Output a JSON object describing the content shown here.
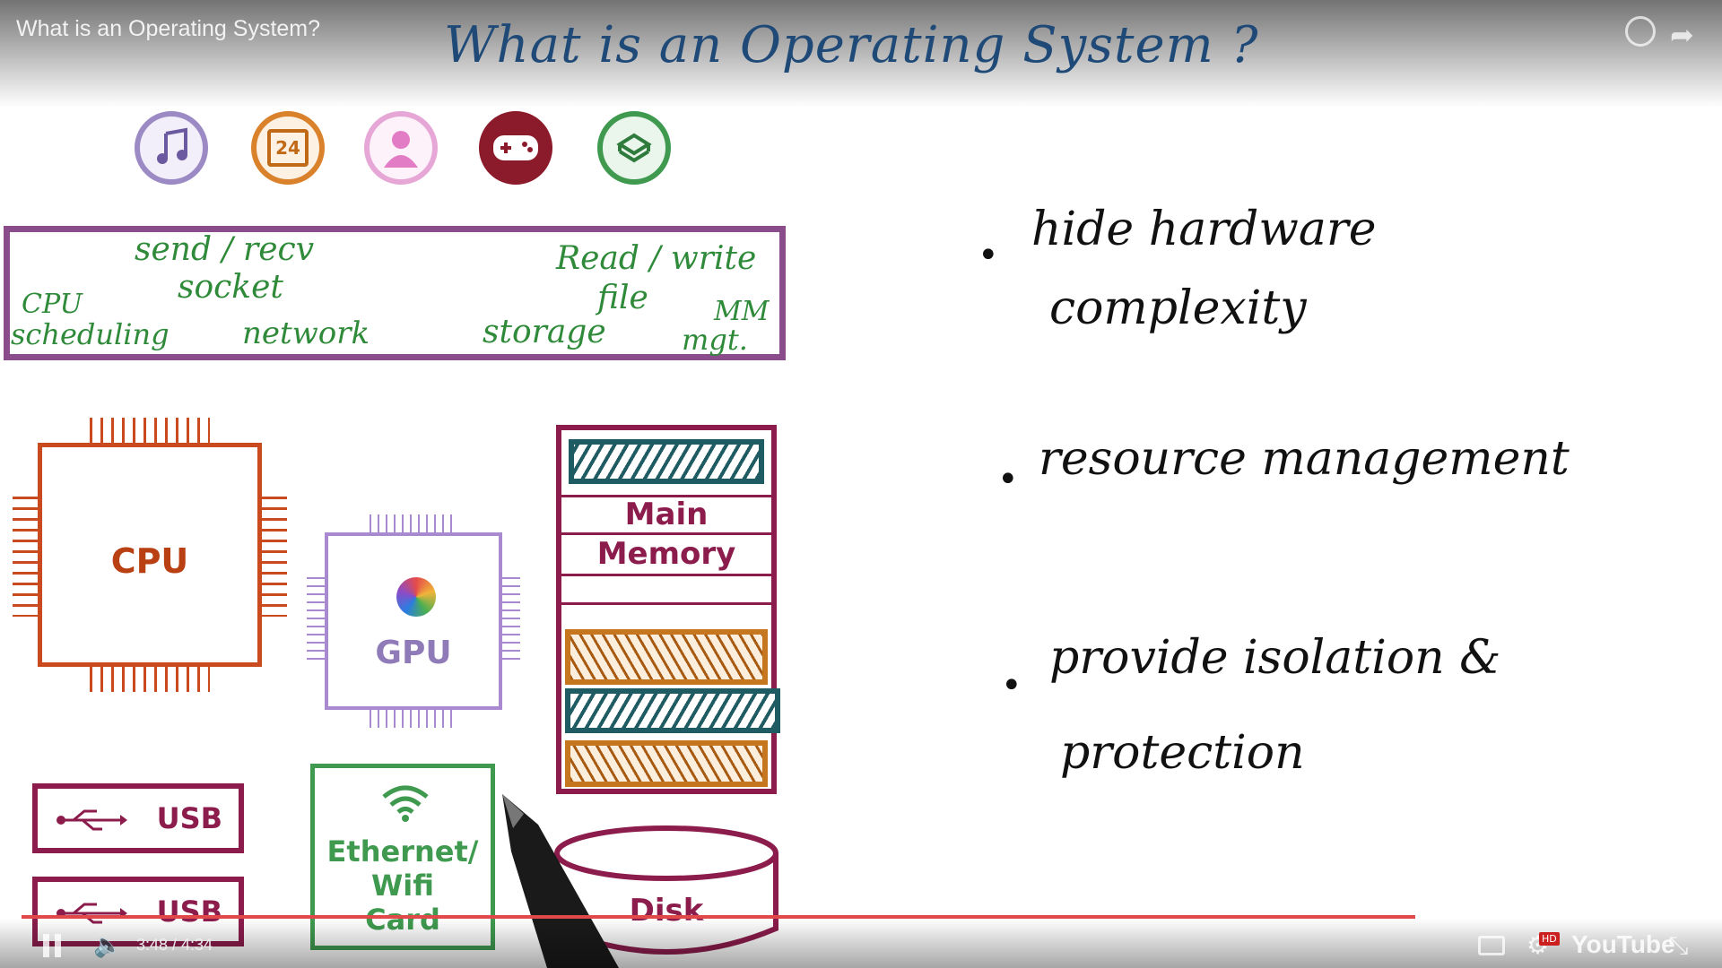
{
  "player": {
    "video_title": "What is an Operating System?",
    "time_display": "3:48 / 4:34",
    "progress_fraction": 0.83,
    "brand": "YouTube",
    "hd_badge": "HD",
    "accent_color": "#e0484a"
  },
  "board": {
    "title": "What is an Operating System ?",
    "apps": [
      {
        "icon": "music-icon",
        "color": "#9b8ac4"
      },
      {
        "icon": "calendar-icon",
        "color": "#d9822b",
        "text": "24"
      },
      {
        "icon": "user-icon",
        "color": "#e7a7d6"
      },
      {
        "icon": "gamepad-icon",
        "color": "#8b1a2b"
      },
      {
        "icon": "storage-icon",
        "color": "#3f9a4f"
      }
    ],
    "os_labels": {
      "send_recv": "send / recv",
      "socket": "socket",
      "cpu": "CPU",
      "scheduling": "scheduling",
      "network": "network",
      "read_write": "Read / write",
      "file": "file",
      "storage": "storage",
      "mm": "MM",
      "mgt": "mgt."
    },
    "hardware": {
      "cpu": "CPU",
      "gpu": "GPU",
      "main_memory_line1": "Main",
      "main_memory_line2": "Memory",
      "usb1": "USB",
      "usb2": "USB",
      "net_line1": "Ethernet/",
      "net_line2": "Wifi",
      "net_line3": "Card",
      "disk": "Disk"
    },
    "bullets": {
      "b1_line1": "hide hardware",
      "b1_line2": "complexity",
      "b2": "resource management",
      "b3_line1": "provide isolation &",
      "b3_line2": "protection"
    }
  }
}
